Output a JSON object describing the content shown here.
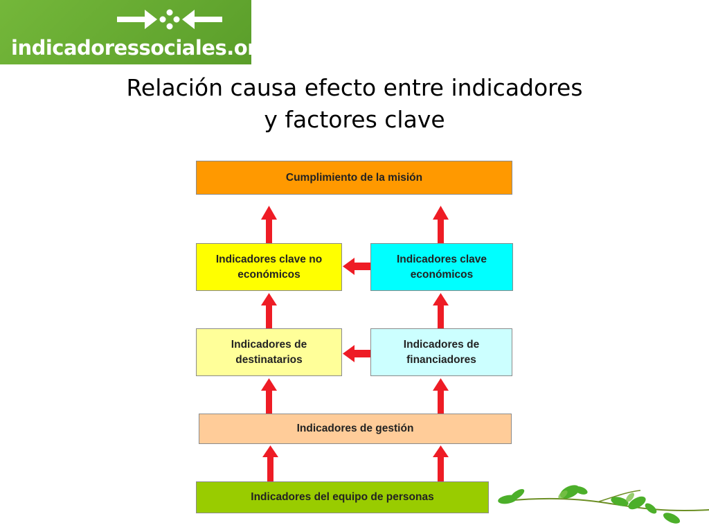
{
  "logo": {
    "text": "indicadoressociales.org",
    "icon": "arrows-dots-arrows-icon"
  },
  "title": {
    "line1": "Relación causa efecto entre indicadores",
    "line2": "y factores clave"
  },
  "boxes": {
    "mission": "Cumplimiento de la misión",
    "non_economic": "Indicadores clave no económicos",
    "economic": "Indicadores clave económicos",
    "recipients": "Indicadores de destinatarios",
    "funders": "Indicadores de financiadores",
    "management": "Indicadores de gestión",
    "team": "Indicadores del equipo de personas"
  },
  "colors": {
    "mission": "#ff9900",
    "non_economic": "#ffff00",
    "economic": "#00ffff",
    "recipients": "#ffff99",
    "funders": "#ccffff",
    "management": "#ffcc99",
    "team": "#99cc00",
    "arrow": "#ee1c25",
    "logo_bg": "#6aac33"
  },
  "decoration": {
    "vine": "vine-leaves-icon"
  }
}
